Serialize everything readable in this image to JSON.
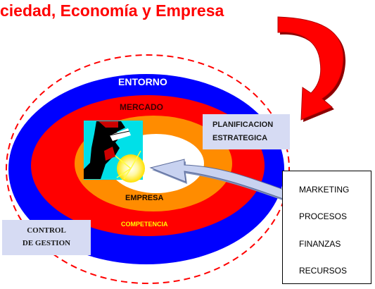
{
  "title": "ciedad, Economía y Empresa",
  "rings": {
    "entorno": "ENTORNO",
    "mercado": "MERCADO",
    "empresa": "EMPRESA",
    "competencia": "COMPETENCIA"
  },
  "planificacion": {
    "line1": "PLANIFICACION",
    "line2": "ESTRATEGICA"
  },
  "control": {
    "line1": "CONTROL",
    "line2": "DE GESTION"
  },
  "areas": [
    "MARKETING",
    "PROCESOS",
    "FINANZAS",
    "RECURSOS"
  ],
  "colors": {
    "title": "#ff0000",
    "entorno": "#0000ff",
    "mercado": "#ff0000",
    "empresa": "#ff8c00",
    "core": "#ffffff",
    "dashed": "#ff0000",
    "label_box": "#d6dbf3",
    "arrow_red": "#ff0000",
    "arrow_shadow": "#8b0000",
    "arrow_blue": "#c8d2f0"
  },
  "icons": [
    "curved-red-arrow-icon",
    "thinker-clipart-icon",
    "curved-blue-arrow-icon"
  ]
}
